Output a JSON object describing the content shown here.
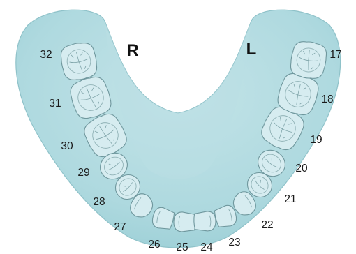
{
  "diagram": {
    "side_labels": {
      "right": "R",
      "left": "L"
    },
    "teeth": [
      {
        "number": "32",
        "kind": "molar"
      },
      {
        "number": "31",
        "kind": "molar"
      },
      {
        "number": "30",
        "kind": "molar"
      },
      {
        "number": "29",
        "kind": "premolar"
      },
      {
        "number": "28",
        "kind": "premolar"
      },
      {
        "number": "27",
        "kind": "canine"
      },
      {
        "number": "26",
        "kind": "incisor"
      },
      {
        "number": "25",
        "kind": "incisor"
      },
      {
        "number": "24",
        "kind": "incisor"
      },
      {
        "number": "23",
        "kind": "incisor"
      },
      {
        "number": "22",
        "kind": "canine"
      },
      {
        "number": "21",
        "kind": "premolar"
      },
      {
        "number": "20",
        "kind": "premolar"
      },
      {
        "number": "19",
        "kind": "molar"
      },
      {
        "number": "18",
        "kind": "molar"
      },
      {
        "number": "17",
        "kind": "molar"
      }
    ],
    "colors": {
      "gum": "#aed9df",
      "gum_edge": "#8fc2c9",
      "tooth_fill": "#d6ecf0",
      "tooth_stroke": "#6f979d"
    }
  }
}
